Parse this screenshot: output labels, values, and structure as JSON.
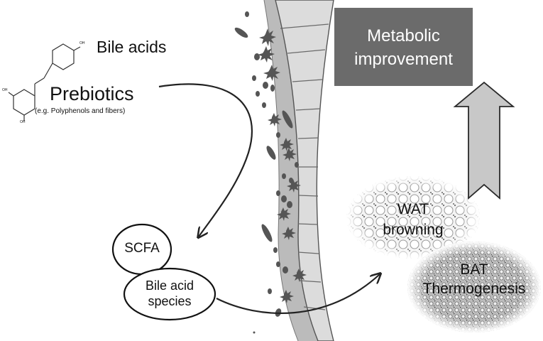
{
  "labels": {
    "bile_acids": "Bile acids",
    "prebiotics": "Prebiotics",
    "prebiotics_example": "(e.g. Polyphenols and fibers)",
    "scfa": "SCFA",
    "bile_acid_species_line1": "Bile acid",
    "bile_acid_species_line2": "species",
    "metabolic_line1": "Metabolic",
    "metabolic_line2": "improvement",
    "wat_line1": "WAT",
    "wat_line2": "browning",
    "bat_line1": "BAT",
    "bat_line2": "Thermogenesis",
    "oh_top": "OH",
    "oh_left": "OH",
    "oh_bottom": "OH"
  },
  "colors": {
    "metabolic_box": "#6b6b6b",
    "metabolic_text": "#ffffff",
    "up_arrow": "#c8c8c8",
    "intestinal_wall": "#d9d9d9",
    "microbe": "#555555"
  },
  "icons": {
    "molecule": "polyphenol-structure-icon",
    "microbes": "gut-microbe-icon",
    "adipose_wat": "white-adipose-tissue-icon",
    "adipose_bat": "brown-adipose-tissue-icon"
  }
}
